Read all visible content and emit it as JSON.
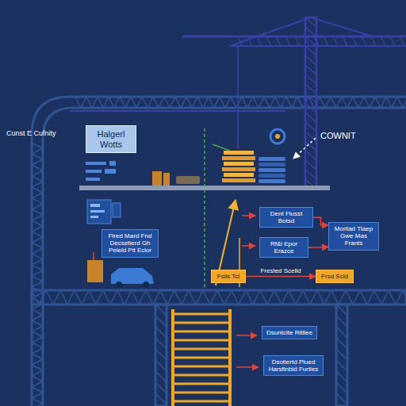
{
  "diagram": {
    "nodes": [
      {
        "text": [
          "Halgerl Wotts"
        ]
      },
      {
        "text": [
          "Fired Mard Fnd Decsetierd Gh Peleld Pit Eclor"
        ]
      },
      {
        "text": [
          "Dent Flusst Botsd"
        ]
      },
      {
        "text": [
          "Morliad Tlaep Gwe Mas Frants"
        ]
      },
      {
        "text": [
          "Rf&l Epor Erazce"
        ]
      },
      {
        "text": [
          "Fslls Tcl"
        ]
      },
      {
        "text": [
          "Frsd Scld"
        ]
      },
      {
        "text": [
          "Dsuntcite Ritllee"
        ]
      },
      {
        "text": [
          "Dsotiertd Plued Harsfinbid Furties"
        ]
      }
    ],
    "edges": [
      {
        "from": 2,
        "to": 3,
        "arrow": "to"
      },
      {
        "from": 4,
        "to": 3,
        "arrow": "to"
      },
      {
        "from": 5,
        "to": 6,
        "label": "Frested Scelld",
        "arrow": "to"
      }
    ],
    "labels": [
      "Cunst E Cufnity",
      "COWNIT"
    ]
  }
}
